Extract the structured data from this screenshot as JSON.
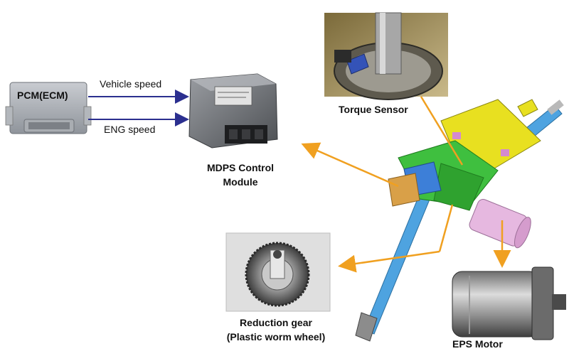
{
  "labels": {
    "pcm": "PCM(ECM)",
    "vehicle_speed": "Vehicle speed",
    "eng_speed": "ENG speed",
    "mdps_line1": "MDPS Control",
    "mdps_line2": "Module",
    "torque_sensor": "Torque Sensor",
    "reduction_line1": "Reduction gear",
    "reduction_line2": "(Plastic worm wheel)",
    "eps_motor": "EPS Motor"
  },
  "colors": {
    "signal_arrow": "#2b2f8f",
    "pointer_arrow": "#f0a020",
    "column_blue": "#4ea3e0",
    "bracket_yellow": "#e8e020",
    "housing_green": "#3fbf3f",
    "motor_pink": "#e6b8e0",
    "ecu_gray": "#8a8e94",
    "module_gray": "#5c5f63"
  }
}
